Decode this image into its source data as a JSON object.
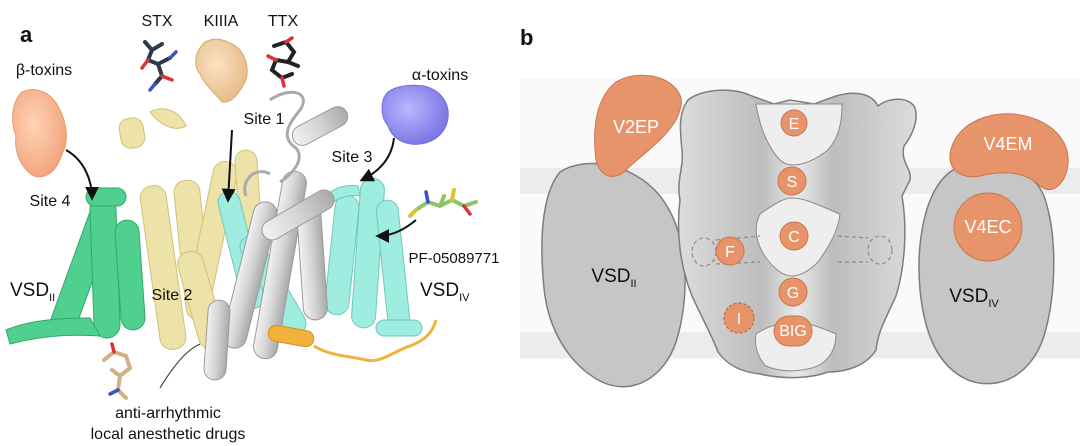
{
  "panel_a": {
    "label": "a",
    "toxins": {
      "stx": "STX",
      "kiiia": "KIIIA",
      "ttx": "TTX",
      "beta": "β-toxins",
      "alpha": "α-toxins"
    },
    "sites": {
      "site1": "Site 1",
      "site2": "Site 2",
      "site3": "Site 3",
      "site4": "Site 4"
    },
    "compound": "PF-05089771",
    "vsd_left": {
      "base": "VSD",
      "sub": "II"
    },
    "vsd_right": {
      "base": "VSD",
      "sub": "IV"
    },
    "drugs_line1": "anti-arrhythmic",
    "drugs_line2": "local anesthetic drugs"
  },
  "panel_b": {
    "label": "b",
    "vsd_left": {
      "base": "VSD",
      "sub": "II"
    },
    "vsd_right": {
      "base": "VSD",
      "sub": "IV"
    },
    "sites": {
      "v2ep": "V2EP",
      "v4em": "V4EM",
      "v4ec": "V4EC",
      "e": "E",
      "s": "S",
      "c": "C",
      "f": "F",
      "g": "G",
      "i": "I",
      "big": "BIG"
    }
  },
  "colors": {
    "orange": "#e8946a",
    "green": "#4fd08e",
    "cyan": "#9fece0",
    "yellow": "#ede2a8",
    "grey_helix": "#d6d6d6",
    "grey_body": "#c6c6c6",
    "membrane": "#ececec"
  }
}
